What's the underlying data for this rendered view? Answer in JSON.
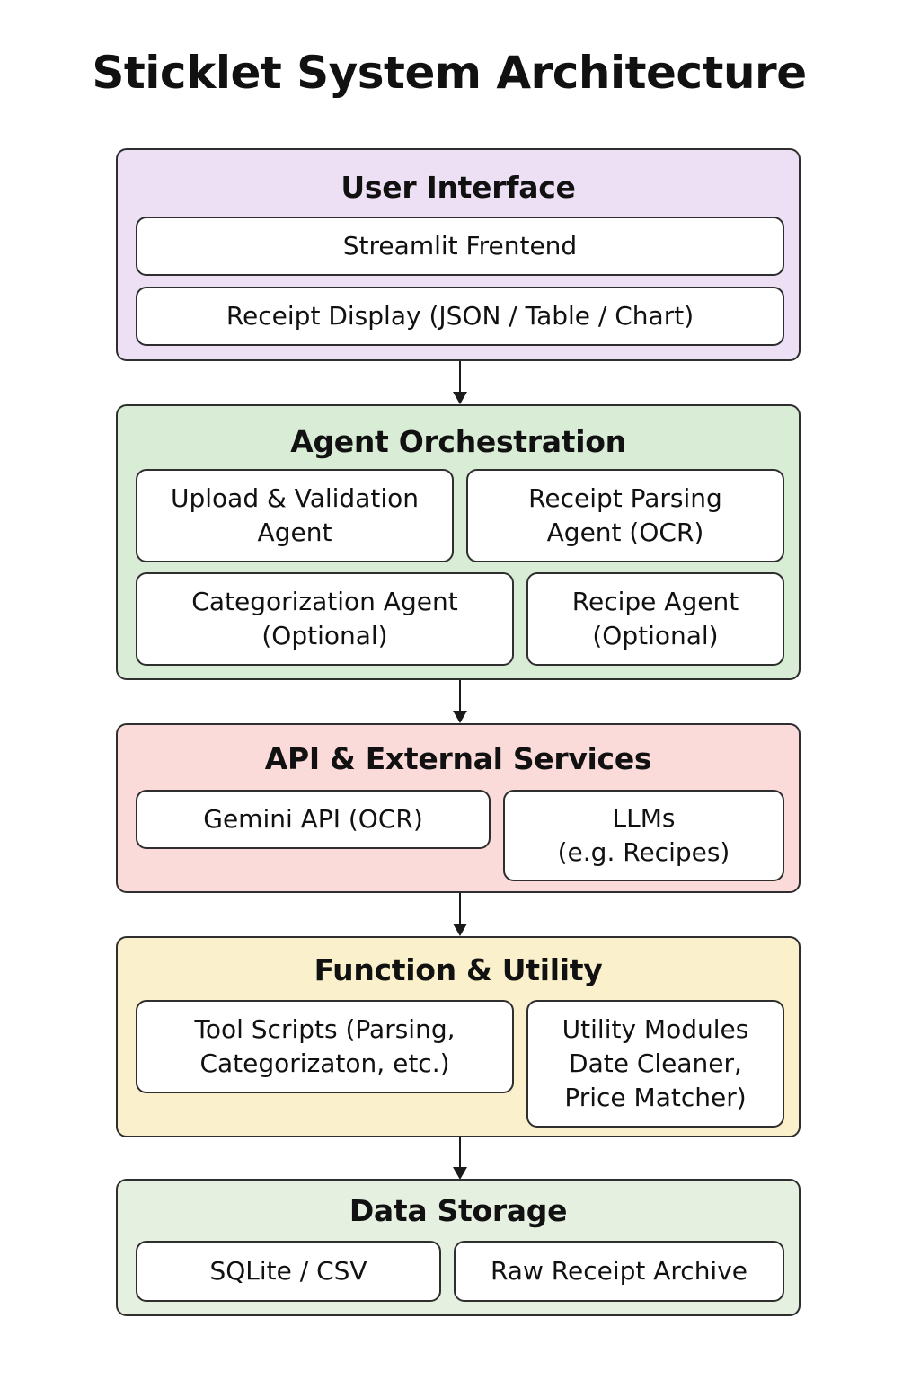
{
  "title": "Sticklet System Architecture",
  "colors": {
    "ui_layer": "#ede0f5",
    "agent_layer": "#d9ecd6",
    "api_layer": "#fbdada",
    "function_layer": "#fbf0cc",
    "storage_layer": "#e6f0e1",
    "border": "#2e2e2e"
  },
  "layers": {
    "ui": {
      "title": "User Interface",
      "boxes": [
        "Streamlit Frentend",
        "Receipt Display (JSON / Table / Chart)"
      ]
    },
    "agents": {
      "title": "Agent Orchestration",
      "boxes": [
        "Upload & Validation\nAgent",
        "Receipt Parsing\nAgent (OCR)",
        "Categorization Agent\n(Optional)",
        "Recipe Agent\n(Optional)"
      ]
    },
    "api": {
      "title": "API & External Services",
      "boxes": [
        "Gemini API (OCR)",
        "LLMs\n(e.g. Recipes)"
      ]
    },
    "function": {
      "title": "Function & Utility",
      "boxes": [
        "Tool Scripts (Parsing,\nCategorizaton, etc.)",
        "Utility Modules\nDate Cleaner,\nPrice Matcher)"
      ]
    },
    "storage": {
      "title": "Data Storage",
      "boxes": [
        "SQLite / CSV",
        "Raw Receipt Archive"
      ]
    }
  }
}
